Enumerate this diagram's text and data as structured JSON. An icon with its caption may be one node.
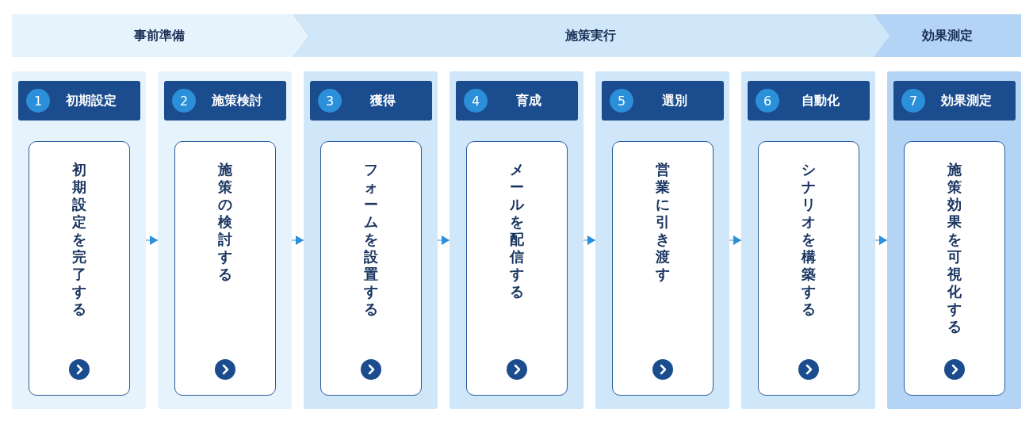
{
  "diagram": {
    "nodes": [
      {
        "text": [
          "事前準備"
        ]
      },
      {
        "text": [
          "施策実行"
        ]
      },
      {
        "text": [
          "効果測定"
        ]
      },
      {
        "text": [],
        "shape": "box"
      },
      {
        "text": [
          "1",
          "初期設定"
        ],
        "in": 3
      },
      {
        "text": [
          "初期設定を完了する"
        ],
        "in": 3
      },
      {
        "text": [],
        "shape": "box"
      },
      {
        "text": [
          "2",
          "施策検討"
        ],
        "in": 6
      },
      {
        "text": [
          "施策の検討する"
        ],
        "in": 6
      },
      {
        "text": [],
        "shape": "box"
      },
      {
        "text": [
          "3",
          "獲得"
        ],
        "in": 9
      },
      {
        "text": [
          "フォームを設置する"
        ],
        "in": 9
      },
      {
        "text": [],
        "shape": "box"
      },
      {
        "text": [
          "4",
          "育成"
        ],
        "in": 12
      },
      {
        "text": [
          "メールを配信する"
        ],
        "in": 12
      },
      {
        "text": [],
        "shape": "box"
      },
      {
        "text": [
          "5",
          "選別"
        ],
        "in": 15
      },
      {
        "text": [
          "営業に引き渡す"
        ],
        "in": 15
      },
      {
        "text": [],
        "shape": "box"
      },
      {
        "text": [
          "6",
          "自動化"
        ],
        "in": 18
      },
      {
        "text": [
          "シナリオを構築する"
        ],
        "in": 18
      },
      {
        "text": [],
        "shape": "box"
      },
      {
        "text": [
          "7",
          "効果測定"
        ],
        "in": 21
      },
      {
        "text": [
          "施策効果を可視化する"
        ],
        "in": 21
      }
    ],
    "edges": [
      {
        "from": 3,
        "to": 6,
        "arrow": "to"
      },
      {
        "from": 6,
        "to": 9,
        "arrow": "to"
      },
      {
        "from": 9,
        "to": 12,
        "arrow": "to"
      },
      {
        "from": 12,
        "to": 15,
        "arrow": "to"
      },
      {
        "from": 15,
        "to": 18,
        "arrow": "to"
      },
      {
        "from": 18,
        "to": 21,
        "arrow": "to"
      }
    ]
  }
}
